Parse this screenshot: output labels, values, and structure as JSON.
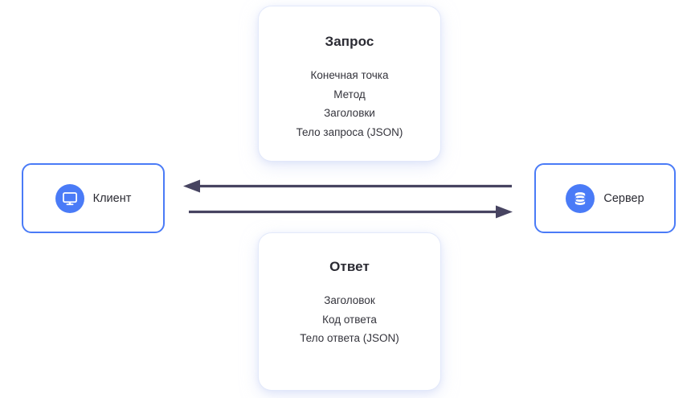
{
  "diagram": {
    "request_card": {
      "title": "Запрос",
      "items": [
        "Конечная точка",
        "Метод",
        "Заголовки",
        "Тело запроса (JSON)"
      ]
    },
    "response_card": {
      "title": "Ответ",
      "items": [
        "Заголовок",
        "Код ответа",
        "Тело ответа (JSON)"
      ]
    },
    "client_node": {
      "label": "Клиент",
      "icon": "monitor-icon"
    },
    "server_node": {
      "label": "Сервер",
      "icon": "database-icon"
    },
    "arrows": [
      {
        "name": "response-arrow",
        "direction": "left",
        "from": "server",
        "to": "client"
      },
      {
        "name": "request-arrow",
        "direction": "right",
        "from": "client",
        "to": "server"
      }
    ],
    "colors": {
      "accent_blue": "#4a7bf7",
      "arrow_slate": "#474461",
      "text_dark": "#2b2b33",
      "text_body": "#34343c",
      "card_shadow": "#e2e8fa",
      "background": "#ffffff"
    }
  }
}
